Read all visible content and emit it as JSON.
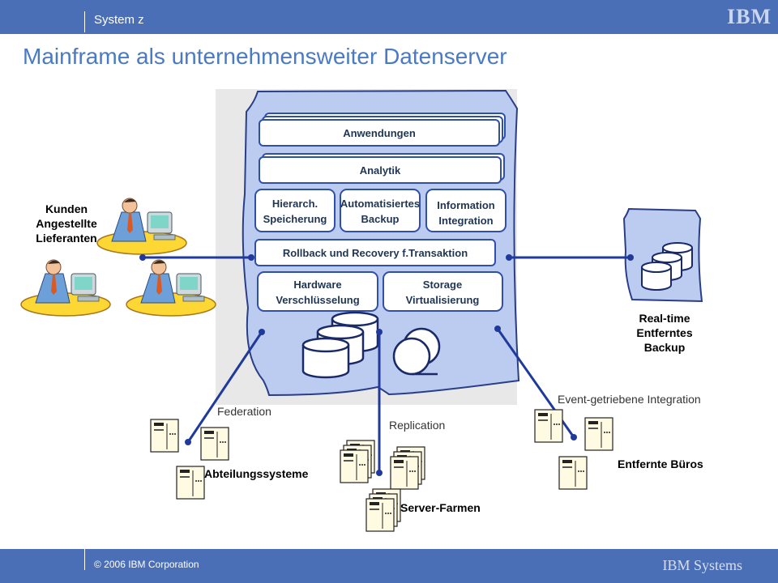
{
  "header": {
    "product": "System z",
    "logo": "IBM",
    "title": "Mainframe als unternehmensweiter Datenserver"
  },
  "footer": {
    "copyright": "© 2006 IBM Corporation",
    "brand": "IBM Systems"
  },
  "mainframe": {
    "anwendungen": "Anwendungen",
    "analytik": "Analytik",
    "hierarch": [
      "Hierarch.",
      "Speicherung"
    ],
    "auto_backup": [
      "Automatisiertes",
      "Backup"
    ],
    "info_integration": [
      "Information",
      "Integration"
    ],
    "rollback": "Rollback und Recovery f.Transaktion",
    "hw_encryption": [
      "Hardware",
      "Verschlüsselung"
    ],
    "storage_virt": [
      "Storage",
      "Virtualisierung"
    ]
  },
  "external": {
    "users": [
      "Kunden",
      "Angestellte",
      "Lieferanten"
    ],
    "backup": [
      "Real-time",
      "Entferntes",
      "Backup"
    ],
    "federation": "Federation",
    "abteilung": "Abteilungssysteme",
    "replication": "Replication",
    "server_farmen": "Server-Farmen",
    "event": "Event-getriebene Integration",
    "buros": "Entfernte Büros"
  },
  "colors": {
    "bar": "#4b6fb6",
    "title": "#4a7ac5",
    "mainframe_fill": "#bccbf0",
    "shadow": "#e7e7e7",
    "connector": "#1f3a9a",
    "box_border": "#2f4fa8"
  }
}
